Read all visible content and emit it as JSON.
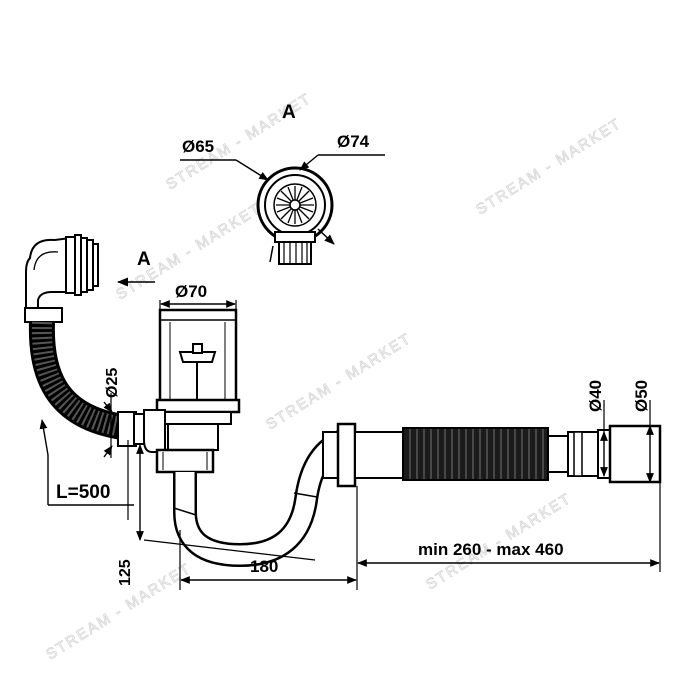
{
  "watermark": {
    "text": "STREAM - MARKET"
  },
  "diagram": {
    "view_label_top": "A",
    "view_label_arrow": "A",
    "dim_outer_ring": "Ø74",
    "dim_inner_ring": "Ø65",
    "dim_overflow_pipe": "Ø70",
    "dim_hose_diameter": "Ø25",
    "dim_hose_length": "L=500",
    "dim_height": "125",
    "dim_trap_width": "180",
    "dim_extension_range": "min 260 - max 460",
    "dim_pipe_40": "Ø40",
    "dim_pipe_50": "Ø50"
  }
}
